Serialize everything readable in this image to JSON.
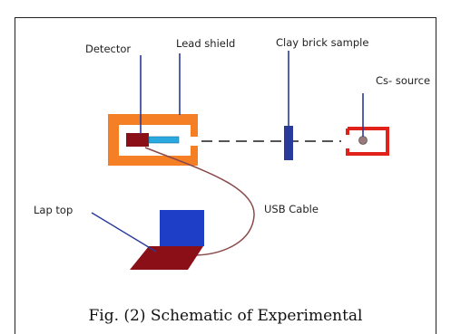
{
  "labels": {
    "detector": "Detector",
    "lead_shield": "Lead shield",
    "sample": "Clay brick sample",
    "source": "Cs- source",
    "laptop": "Lap top",
    "cable": "USB Cable"
  },
  "caption": "Fig. (2) Schematic of Experimental",
  "colors": {
    "lead_shield": "#f47f25",
    "detector_body": "#8b0f17",
    "detector_crystal": "#2aa9e0",
    "sample": "#2a3a9a",
    "source_holder": "#e0221a",
    "source_point": "#9b7a7a",
    "laptop_screen": "#1f3ec8",
    "laptop_base": "#8b0f17",
    "cable": "#8a4a4a"
  }
}
